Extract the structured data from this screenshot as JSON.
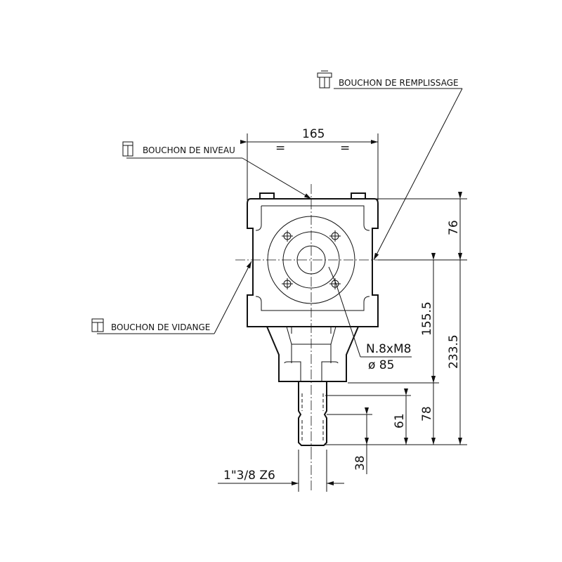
{
  "labels": {
    "fill_plug": "BOUCHON DE REMPLISSAGE",
    "level_plug": "BOUCHON DE NIVEAU",
    "drain_plug": "BOUCHON DE VIDANGE",
    "bolt_spec": "N.8xM8",
    "bolt_circle": "ø 85",
    "shaft_spec": "1\"3/8  Z6"
  },
  "dimensions": {
    "width": "165",
    "top_to_axis": "76",
    "axis_to_flange": "155.5",
    "total_height": "233.5",
    "flange_to_shaft_end": "78",
    "shaft_length": "61",
    "spline_length": "38",
    "equal_mark": "="
  }
}
